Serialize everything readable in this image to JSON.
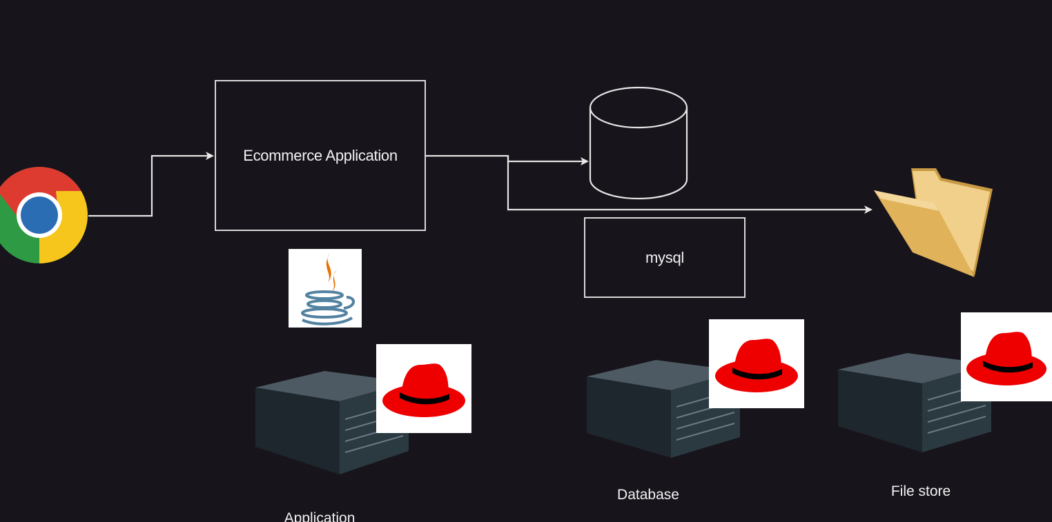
{
  "diagram": {
    "app_box_label": "Ecommerce Application",
    "db_box_label": "mysql",
    "captions": {
      "application": "Application",
      "database": "Database",
      "file_store": "File store"
    },
    "icons": {
      "browser": "chrome-icon",
      "language": "java-icon",
      "database_shape": "database-cylinder-icon",
      "file_store": "folder-icon",
      "server": "server-rack-icon",
      "os": "redhat-hat-icon"
    },
    "colors": {
      "background": "#17141b",
      "line": "#e6e6e6",
      "redhat": "#e00",
      "folder": "#e2b45c"
    }
  }
}
